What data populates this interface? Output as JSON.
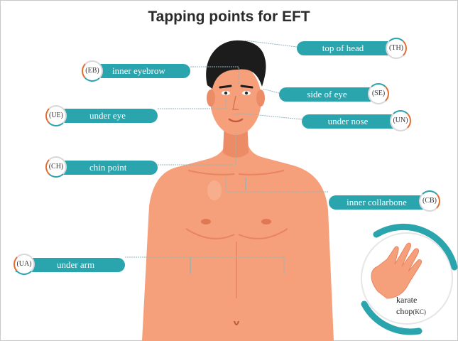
{
  "title": "Tapping points for EFT",
  "points": {
    "top_of_head": {
      "label": "top of head",
      "abbr": "(TH)"
    },
    "inner_eyebrow": {
      "label": "inner eyebrow",
      "abbr": "(EB)"
    },
    "side_of_eye": {
      "label": "side of eye",
      "abbr": "(SE)"
    },
    "under_eye": {
      "label": "under eye",
      "abbr": "(UE)"
    },
    "under_nose": {
      "label": "under nose",
      "abbr": "(UN)"
    },
    "chin_point": {
      "label": "chin point",
      "abbr": "(CH)"
    },
    "inner_collarbone": {
      "label": "inner collarbone",
      "abbr": "(CB)"
    },
    "under_arm": {
      "label": "under arm",
      "abbr": "(UA)"
    },
    "karate_chop": {
      "line1": "karate",
      "line2": "chop",
      "abbr": "(KC)"
    }
  },
  "colors": {
    "teal": "#2aa4ad",
    "skin": "#f6a07b",
    "skin_shadow": "#e8845f",
    "hair": "#1c1c1c",
    "accent_orange": "#e46c2d"
  }
}
